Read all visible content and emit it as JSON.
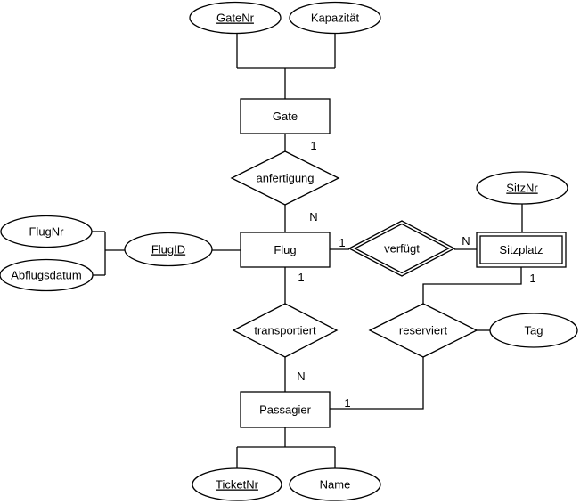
{
  "diagram": {
    "kind": "entity-relationship-diagram",
    "language": "de",
    "colors": {
      "background": "#ffffff",
      "stroke": "#000000",
      "text": "#000000"
    },
    "entities": {
      "gate": {
        "label": "Gate",
        "type": "strong"
      },
      "flug": {
        "label": "Flug",
        "type": "strong"
      },
      "sitzplatz": {
        "label": "Sitzplatz",
        "type": "weak"
      },
      "passagier": {
        "label": "Passagier",
        "type": "strong"
      }
    },
    "relationships": {
      "anfertigung": {
        "label": "anfertigung",
        "type": "regular"
      },
      "verfuegt": {
        "label": "verfügt",
        "type": "identifying"
      },
      "transportiert": {
        "label": "transportiert",
        "type": "regular"
      },
      "reserviert": {
        "label": "reserviert",
        "type": "regular"
      }
    },
    "attributes": {
      "gatenr": {
        "label": "GateNr",
        "key": "primary",
        "owner": "Gate"
      },
      "kapazitaet": {
        "label": "Kapazität",
        "key": "none",
        "owner": "Gate"
      },
      "flugnr": {
        "label": "FlugNr",
        "key": "none",
        "owner": "Flug"
      },
      "abflugsdatum": {
        "label": "Abflugsdatum",
        "key": "none",
        "owner": "Flug"
      },
      "flugid": {
        "label": "FlugID",
        "key": "primary",
        "owner": "Flug"
      },
      "sitznr": {
        "label": "SitzNr",
        "key": "partial",
        "owner": "Sitzplatz"
      },
      "tag": {
        "label": "Tag",
        "key": "none",
        "owner": "reserviert"
      },
      "ticketnr": {
        "label": "TicketNr",
        "key": "primary",
        "owner": "Passagier"
      },
      "name": {
        "label": "Name",
        "key": "none",
        "owner": "Passagier"
      }
    },
    "cardinalities": {
      "gate_anfertigung": "1",
      "anfertigung_flug": "N",
      "flug_verfuegt": "1",
      "verfuegt_sitzplatz": "N",
      "sitzplatz_reserviert": "1",
      "flug_transportiert": "1",
      "transportiert_passagier": "N",
      "reserviert_passagier": "1"
    }
  }
}
